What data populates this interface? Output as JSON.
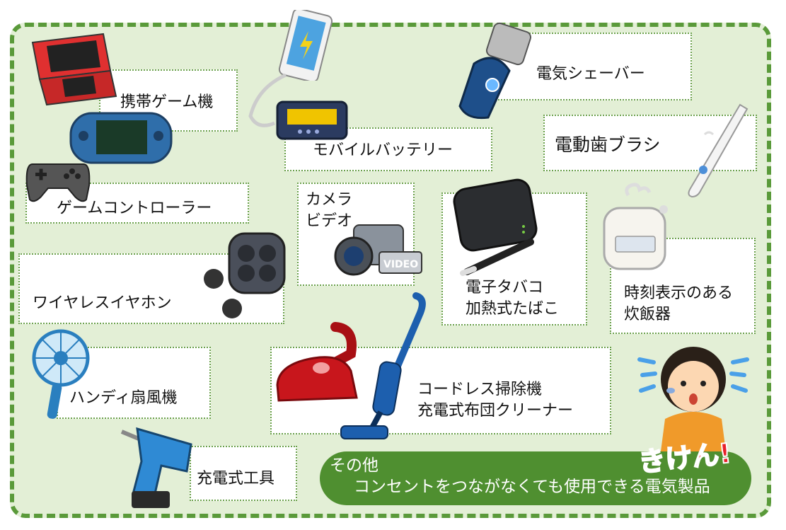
{
  "items": {
    "handheld_game": "携帯ゲーム機",
    "mobile_battery": "モバイルバッテリー",
    "shaver": "電気シェーバー",
    "toothbrush": "電動歯ブラシ",
    "controller": "ゲームコントローラー",
    "camera_line1": "カメラ",
    "camera_line2": "ビデオ",
    "ecig_line1": "電子タバコ",
    "ecig_line2": "加熱式たばこ",
    "earphones": "ワイヤレスイヤホン",
    "rice_cooker_line1": "時刻表示のある",
    "rice_cooker_line2": "炊飯器",
    "fan": "ハンディ扇風機",
    "vacuum_line1": "コードレス掃除機",
    "vacuum_line2": "充電式布団クリーナー",
    "power_tool": "充電式工具"
  },
  "other": {
    "title": "その他",
    "text": "コンセントをつながなくても使用できる電気製品"
  },
  "warning": "きけん!",
  "video_label": "VIDEO",
  "colors": {
    "frame_border": "#5a9a3a",
    "background": "#e3efd6",
    "pill": "#4f8f30",
    "warning": "#e8202a"
  }
}
